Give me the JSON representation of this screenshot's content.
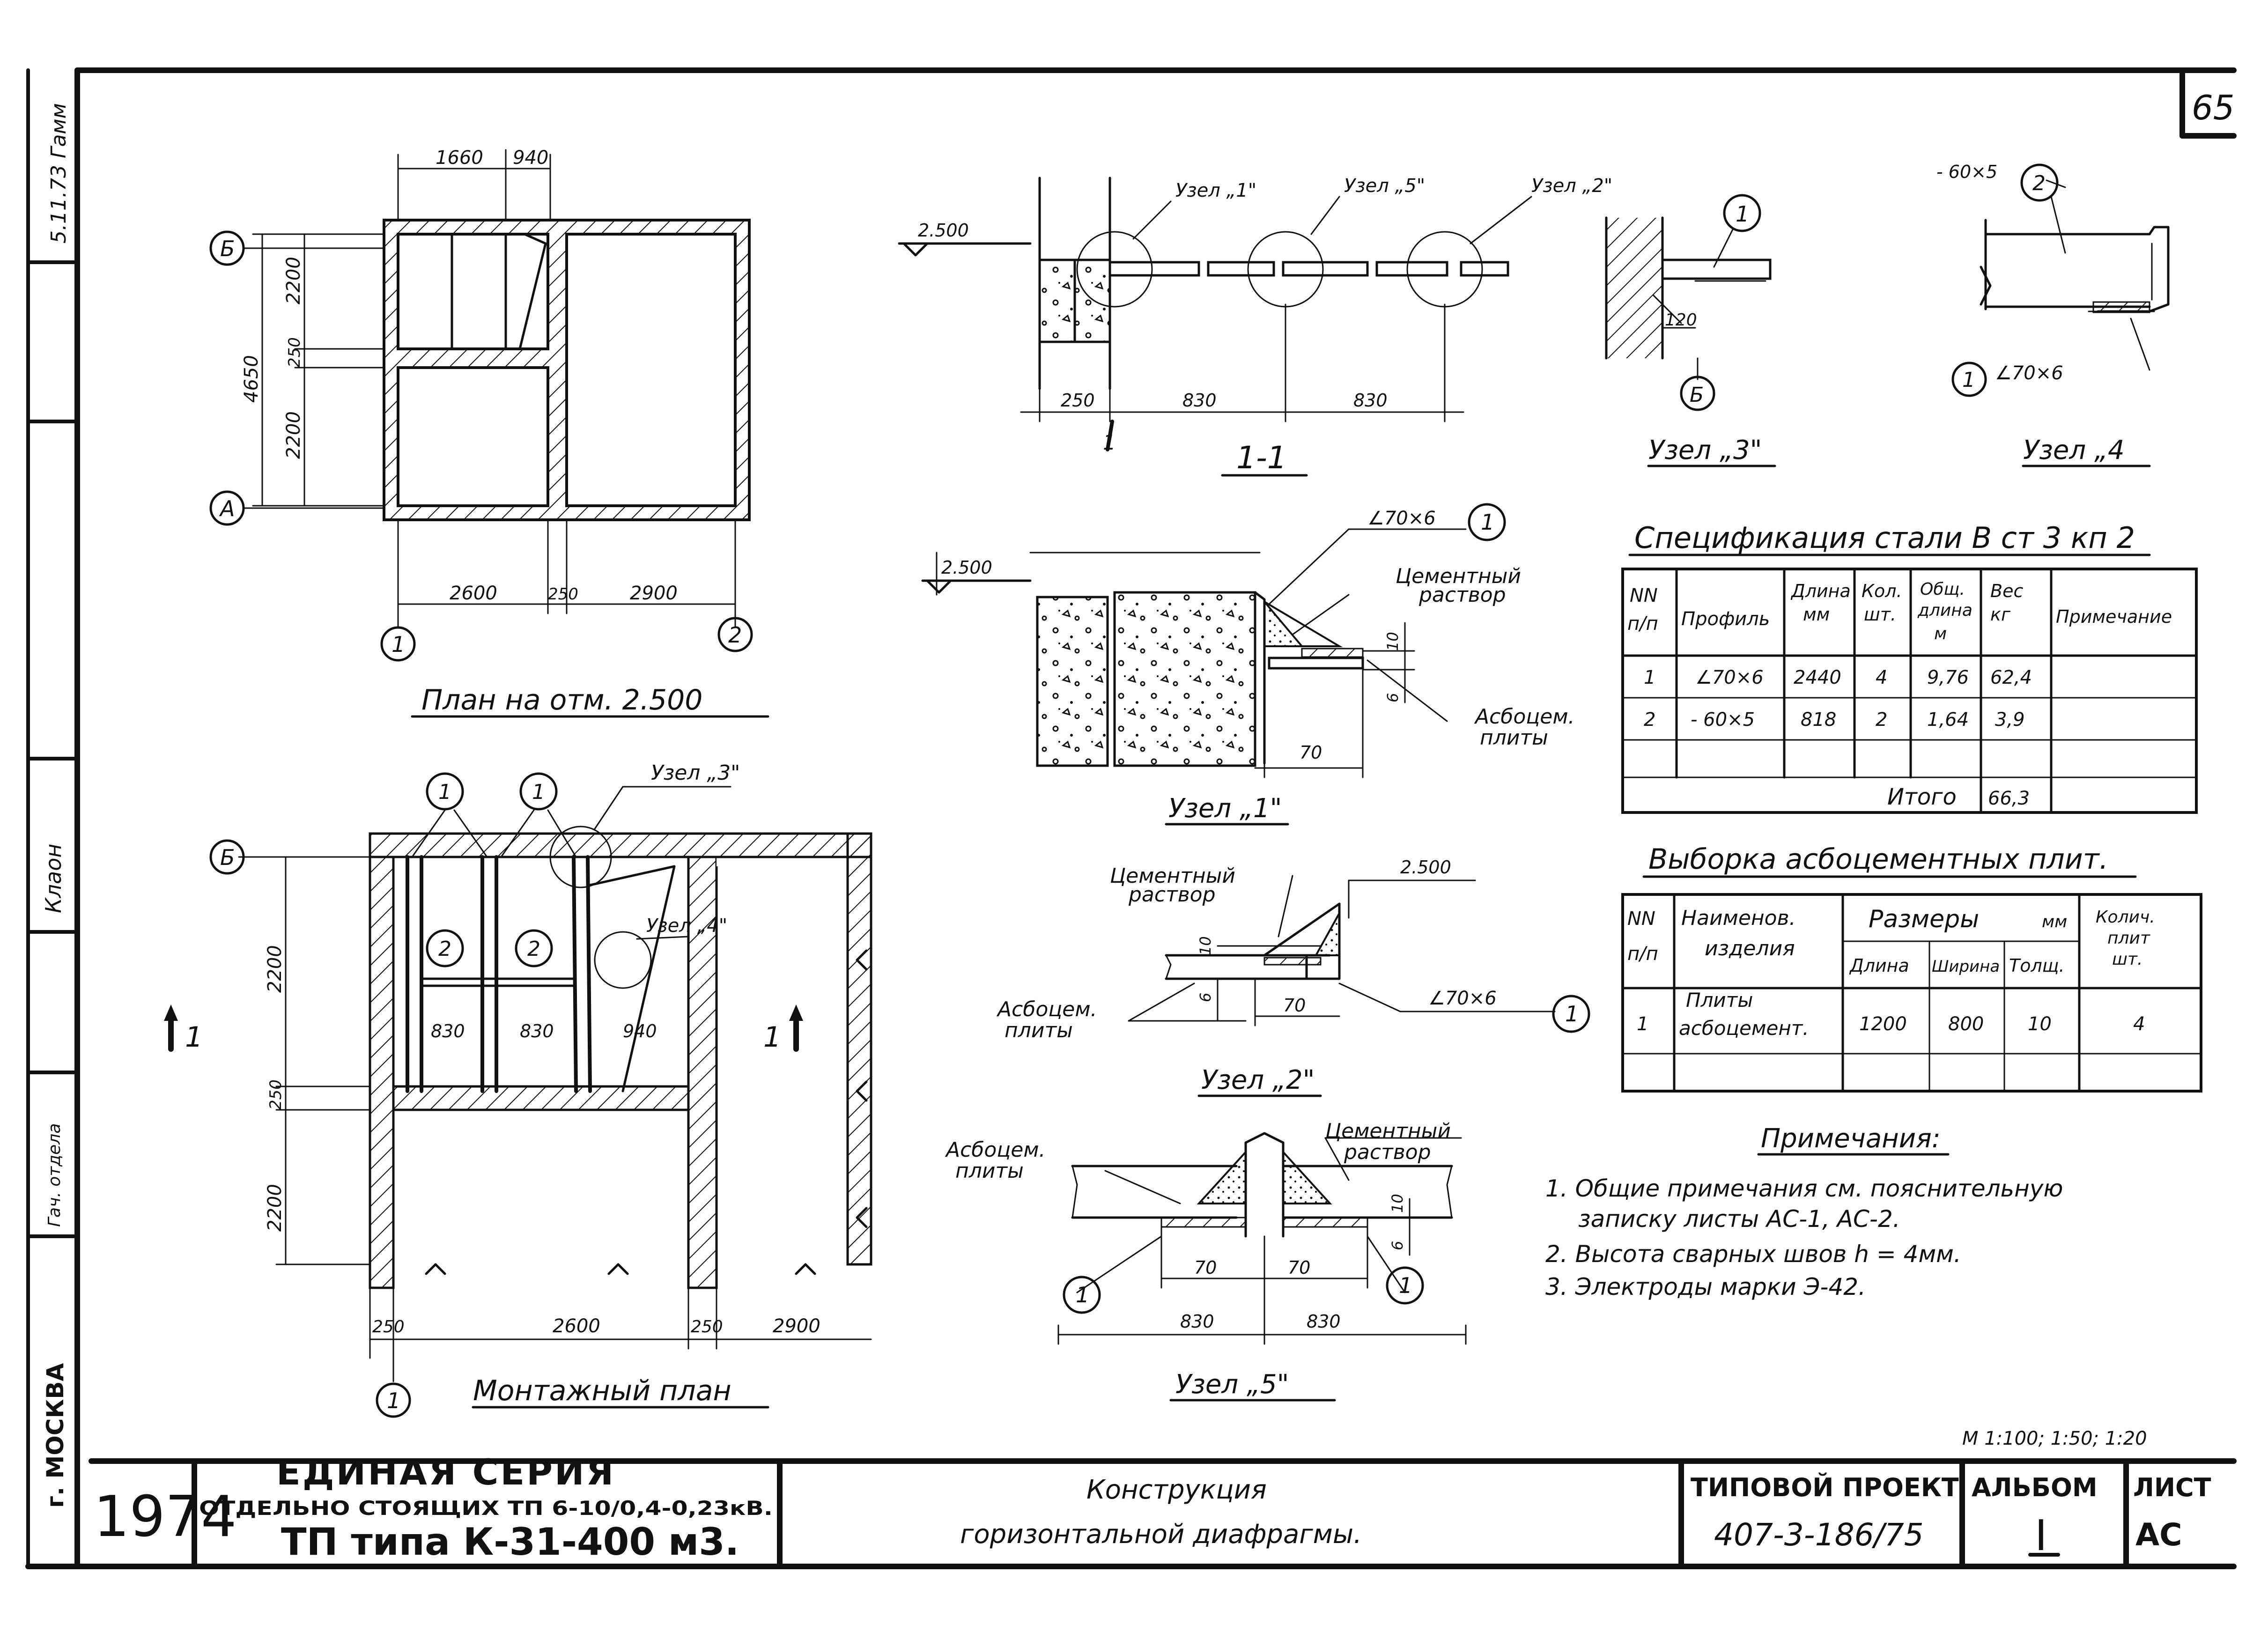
{
  "sheet": {
    "sheet_number": "65",
    "side_note": "5.11.73 Гамм",
    "left_strip": {
      "city": "г. МОСКВА",
      "name1": "Клаон",
      "name2": "Гач. отдела"
    }
  },
  "plan": {
    "title": "План на отм. 2.500",
    "axis_b": "Б",
    "axis_a": "А",
    "axis_1": "1",
    "axis_2": "2",
    "dims_top": [
      "1660",
      "940"
    ],
    "dims_left": [
      "2200",
      "250",
      "2200"
    ],
    "dim_total": "4650",
    "dims_bottom": [
      "2600",
      "250",
      "2900"
    ]
  },
  "section": {
    "title": "1-1",
    "level": "2.500",
    "node_labels": [
      "Узел „1\"",
      "Узел „5\"",
      "Узел „2\""
    ],
    "dims_bottom": [
      "250",
      "830",
      "830"
    ],
    "cut_mark": "1"
  },
  "node3": {
    "title": "Узел „3\"",
    "marker": "1",
    "axis": "Б",
    "dim": "120"
  },
  "node4": {
    "title": "Узел „4",
    "plate": "- 60×5",
    "angle": "∠70×6",
    "m1": "1",
    "m2": "2"
  },
  "node1": {
    "title": "Узел „1\"",
    "level": "2.500",
    "angle": "∠70×6",
    "marker": "1",
    "cement": [
      "Цементный",
      "раствор"
    ],
    "asbo": [
      "Асбоцем.",
      "плиты"
    ],
    "dim_h": "70",
    "dim_v1": "10",
    "dim_v2": "6"
  },
  "node2": {
    "title": "Узел „2\"",
    "level": "2.500",
    "angle": "∠70×6",
    "marker": "1",
    "cement": [
      "Цементный",
      "раствор"
    ],
    "asbo": [
      "Асбоцем.",
      "плиты"
    ],
    "dim_h": "70",
    "dim_v1": "10",
    "dim_v2": "6"
  },
  "node5": {
    "title": "Узел „5\"",
    "cement": [
      "Цементный",
      "раствор"
    ],
    "asbo": [
      "Асбоцем.",
      "плиты"
    ],
    "marker": "1",
    "dims": [
      "70",
      "70",
      "830",
      "830"
    ],
    "dim_v1": "10",
    "dim_v2": "6"
  },
  "mounting": {
    "title": "Монтажный план",
    "axis_b": "Б",
    "axis_1": "1",
    "markers": [
      "1",
      "1",
      "2",
      "2"
    ],
    "node3": "Узел „3\"",
    "node4": "Узел „4\"",
    "cut_mark": "1",
    "dims_left": [
      "2200",
      "250",
      "2200"
    ],
    "dims_inner": [
      "830",
      "830",
      "940"
    ],
    "dims_bottom": [
      "250",
      "2600",
      "250",
      "2900"
    ]
  },
  "spec": {
    "title": "Спецификация стали В ст 3 кп 2",
    "headers": [
      "NN п/п",
      "Профиль",
      "Длина мм",
      "Кол. шт.",
      "Общ. длина м",
      "Вес кг",
      "Примечание"
    ],
    "rows": [
      [
        "1",
        "∠70×6",
        "2440",
        "4",
        "9,76",
        "62,4",
        ""
      ],
      [
        "2",
        "- 60×5",
        "818",
        "2",
        "1,64",
        "3,9",
        ""
      ]
    ],
    "total_label": "Итого",
    "total_value": "66,3"
  },
  "selection": {
    "title": "Выборка асбоцементных плит.",
    "h_nn": "NN п/п",
    "h_name": "Наименов. изделия",
    "h_sizes": "Размеры",
    "h_unit": "мм",
    "h_count": "Колич. плит шт.",
    "h_len": "Длина",
    "h_wid": "Ширина",
    "h_thk": "Толщ.",
    "row": [
      "1",
      "Плиты",
      "асбоцемент.",
      "1200",
      "800",
      "10",
      "4"
    ]
  },
  "notes": {
    "title": "Примечания:",
    "lines": [
      "1. Общие примечания см. пояснительную",
      "записку листы АС-1, АС-2.",
      "2. Высота сварных швов h = 4мм.",
      "3. Электроды марки Э-42."
    ]
  },
  "scale": "М 1:100; 1:50; 1:20",
  "title_block": {
    "year": "1974",
    "series": "ЕДИНАЯ СЕРИЯ",
    "series_sub": "ОТДЕЛЬНО СТОЯЩИХ ТП 6-10/0,4-0,23кВ.",
    "type": "ТП типа К-31-400 м3.",
    "desc1": "Конструкция",
    "desc2": "горизонтальной диафрагмы.",
    "project_label": "ТИПОВОЙ ПРОЕКТ",
    "project_number": "407-3-186/75",
    "album_label": "АЛЬБОМ",
    "album_number": "I",
    "sheet_label": "ЛИСТ",
    "sheet_value": "АС"
  }
}
